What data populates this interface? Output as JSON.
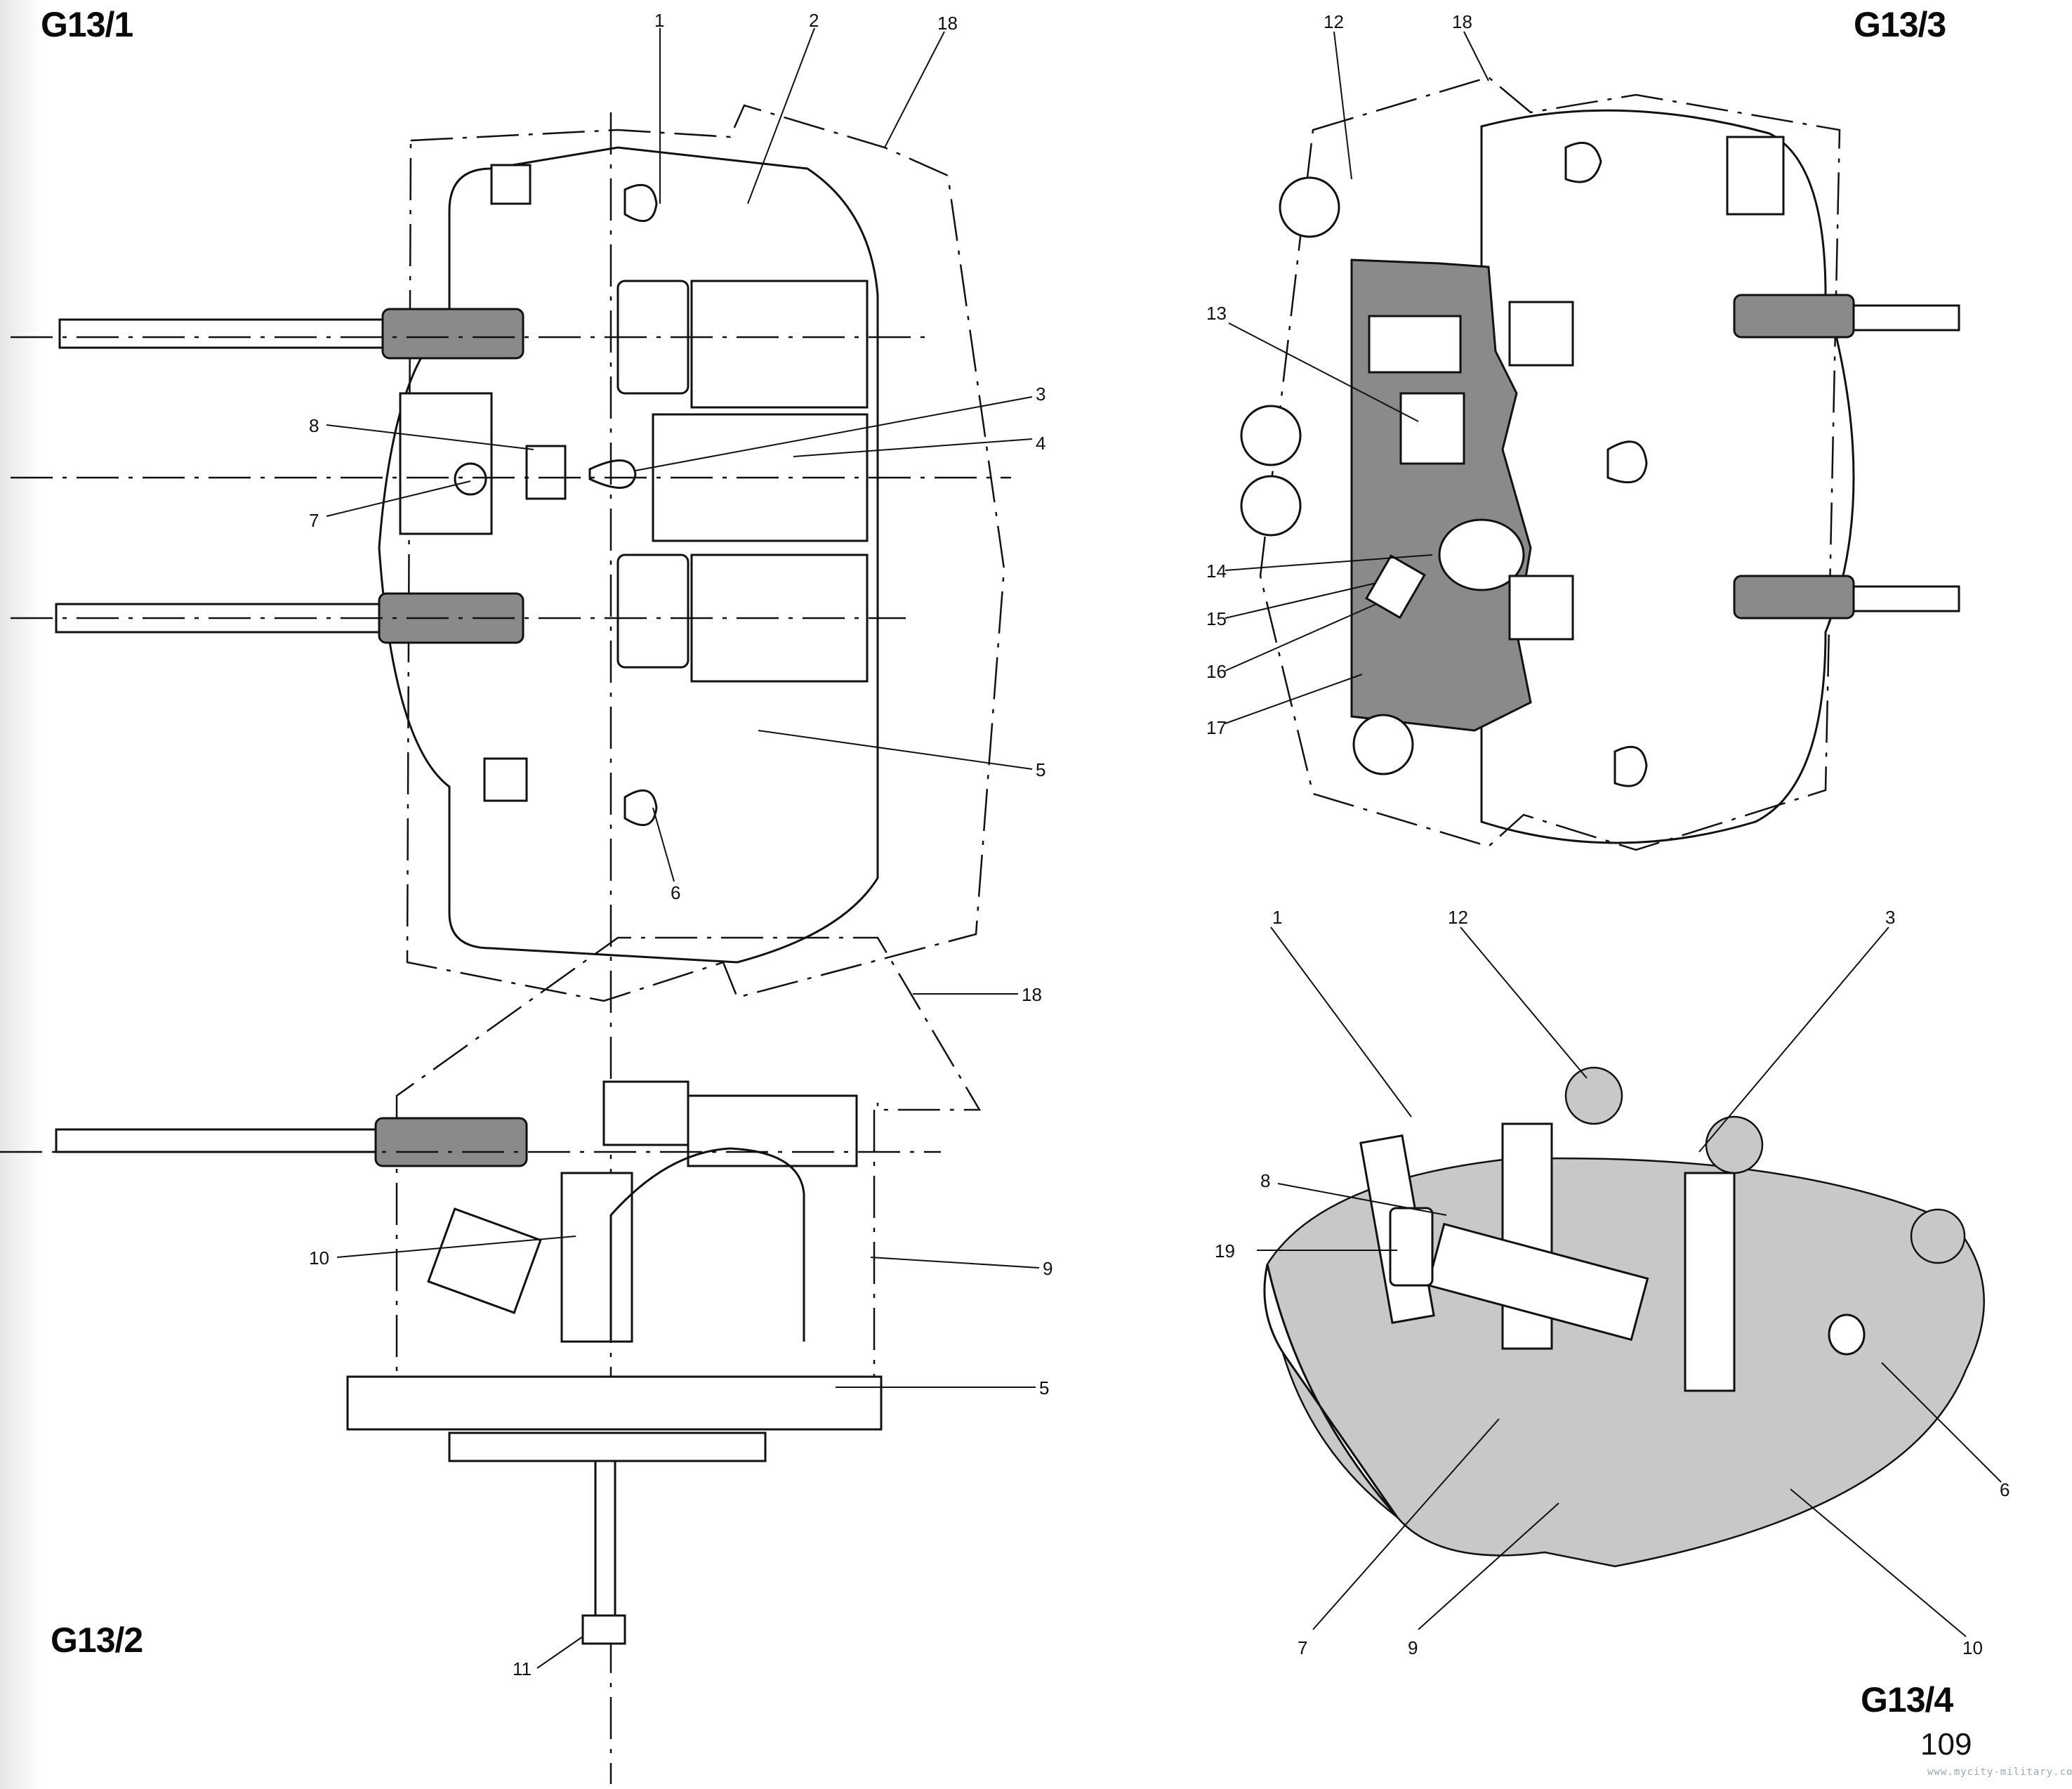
{
  "page": {
    "page_number": "109",
    "watermark": "www.mycity-military.com"
  },
  "figures": [
    {
      "id": "G13/1",
      "view": "plan",
      "label": "G13/1",
      "callouts": [
        "1",
        "2",
        "18",
        "3",
        "4",
        "8",
        "7",
        "5",
        "6"
      ]
    },
    {
      "id": "G13/2",
      "view": "side elevation",
      "label": "G13/2",
      "callouts": [
        "18",
        "10",
        "9",
        "5",
        "11"
      ]
    },
    {
      "id": "G13/3",
      "view": "plan section",
      "label": "G13/3",
      "callouts": [
        "12",
        "18",
        "13",
        "14",
        "15",
        "16",
        "17"
      ]
    },
    {
      "id": "G13/4",
      "view": "isometric",
      "label": "G13/4",
      "callouts": [
        "1",
        "12",
        "3",
        "8",
        "19",
        "6",
        "7",
        "9",
        "10"
      ]
    }
  ],
  "colors": {
    "ink": "#111111",
    "paper": "#ffffff",
    "shading": "#8a8a8a"
  }
}
